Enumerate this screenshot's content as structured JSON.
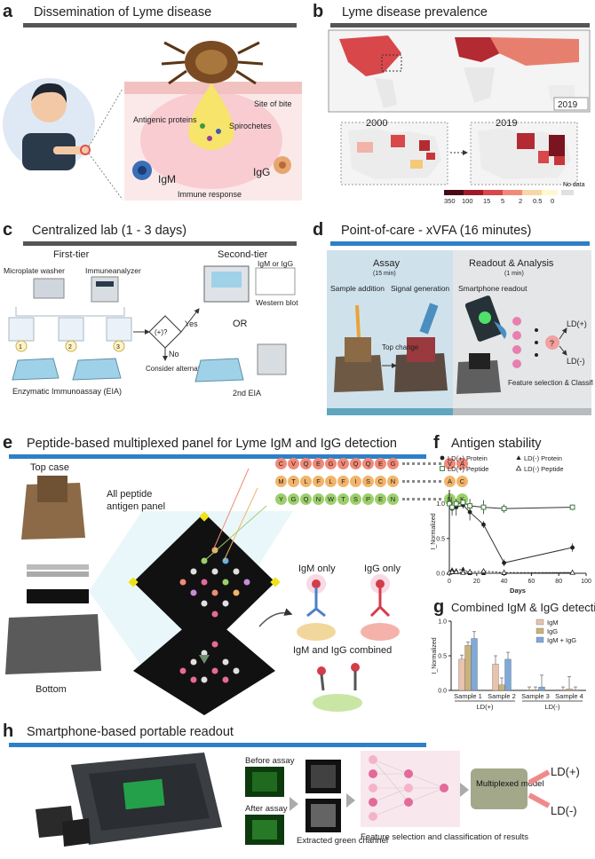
{
  "panels": {
    "a": {
      "letter": "a",
      "title": "Dissemination of Lyme disease",
      "labels": {
        "site": "Site of bite",
        "antigenic": "Antigenic proteins",
        "spiro": "Spirochetes",
        "igg": "IgG",
        "igm": "IgM",
        "immune": "Immune response"
      }
    },
    "b": {
      "letter": "b",
      "title": "Lyme disease prevalence",
      "labels": {
        "y2019_world": "2019",
        "y2000": "2000",
        "y2019": "2019",
        "nodata": "No data"
      },
      "scale": [
        "350",
        "100",
        "15",
        "5",
        "2",
        "0.5",
        "0"
      ]
    },
    "c": {
      "letter": "c",
      "title": "Centralized lab (1 - 3 days)",
      "labels": {
        "first": "First-tier",
        "second": "Second-tier",
        "washer": "Microplate washer",
        "immuno": "Immuneanalyzer",
        "eia": "Enzymatic Immunoassay (EIA)",
        "yes": "Yes",
        "no": "No",
        "decision": "(+)?",
        "consider": "Consider alternative diagnosis",
        "igmigg": "IgM or IgG",
        "western": "Western blot",
        "or": "OR",
        "eia2": "2nd EIA",
        "n1": "1",
        "n2": "2",
        "n3": "3"
      }
    },
    "d": {
      "letter": "d",
      "title": "Point-of-care - xVFA (16 minutes)",
      "labels": {
        "assay": "Assay",
        "assay_time": "(15 min)",
        "readout": "Readout & Analysis",
        "readout_time": "(1 min)",
        "sample": "Sample addition",
        "signal": "Signal generation",
        "top": "Top change",
        "smart": "Smartphone readout",
        "ldp": "LD(+)",
        "ldn": "LD(-)",
        "feature": "Feature selection & Classification",
        "q": "?"
      }
    },
    "e": {
      "letter": "e",
      "title": "Peptide-based multiplexed panel for Lyme IgM and IgG detection",
      "labels": {
        "topcase": "Top case",
        "bottom": "Bottom",
        "panel": "All peptide antigen panel",
        "igm_only": "IgM only",
        "igg_only": "IgG only",
        "combined": "IgM and IgG combined"
      },
      "peptides": [
        {
          "left": [
            "C",
            "V",
            "Q",
            "E",
            "G",
            "V",
            "Q",
            "Q",
            "E",
            "G"
          ],
          "right": [
            "V",
            "A"
          ],
          "color": "#f08a78"
        },
        {
          "left": [
            "M",
            "T",
            "L",
            "F",
            "L",
            "F",
            "I",
            "S",
            "C",
            "N"
          ],
          "right": [
            "A",
            "C"
          ],
          "color": "#f2b46a"
        },
        {
          "left": [
            "Y",
            "G",
            "Q",
            "N",
            "W",
            "T",
            "S",
            "P",
            "E",
            "N"
          ],
          "right": [
            "N",
            "K"
          ],
          "color": "#9ccf6b"
        }
      ]
    },
    "f": {
      "letter": "f",
      "title": "Antigen stability"
    },
    "g": {
      "letter": "g",
      "title": "Combined IgM & IgG detection"
    },
    "h": {
      "letter": "h",
      "title": "Smartphone-based portable readout",
      "labels": {
        "before": "Before assay",
        "after": "After assay",
        "extracted": "Extracted green channel",
        "model": "Multiplexed model",
        "ldp": "LD(+)",
        "ldn": "LD(-)",
        "feature": "Feature selection and classification of results"
      }
    }
  },
  "chart_data": [
    {
      "type": "line",
      "title": "Antigen stability",
      "xlabel": "Days",
      "ylabel": "I_Normalized",
      "xlim": [
        0,
        100
      ],
      "ylim": [
        0,
        1.2
      ],
      "xticks": [
        0,
        20,
        40,
        60,
        80,
        100
      ],
      "yticks": [
        0.0,
        0.5,
        1.0
      ],
      "legend": "top",
      "series": [
        {
          "name": "LD(+) Protein",
          "marker": "filled-circle",
          "style": "solid",
          "x": [
            0,
            2,
            5,
            10,
            15,
            25,
            40,
            90
          ],
          "y": [
            1.0,
            0.93,
            0.95,
            0.98,
            0.88,
            0.7,
            0.15,
            0.37
          ],
          "err": [
            0.05,
            0.1,
            0.12,
            0.05,
            0.12,
            0.05,
            0.05,
            0.06
          ]
        },
        {
          "name": "LD(+) Peptide",
          "marker": "open-square",
          "style": "solid",
          "x": [
            0,
            2,
            5,
            10,
            15,
            25,
            40,
            90
          ],
          "y": [
            1.0,
            0.95,
            1.0,
            1.02,
            0.97,
            0.95,
            0.93,
            0.95
          ],
          "err": [
            0.03,
            0.05,
            0.06,
            0.04,
            0.1,
            0.1,
            0.06,
            0.04
          ]
        },
        {
          "name": "LD(-) Protein",
          "marker": "filled-triangle",
          "style": "dashed",
          "x": [
            0,
            2,
            5,
            10,
            15,
            25,
            40,
            90
          ],
          "y": [
            0.02,
            0.05,
            0.04,
            0.06,
            0.0,
            0.0,
            0.0,
            0.01
          ],
          "err": [
            0.02,
            0.03,
            0.03,
            0.03,
            0.02,
            0.02,
            0.02,
            0.02
          ]
        },
        {
          "name": "LD(-) Peptide",
          "marker": "open-triangle",
          "style": "dashed",
          "x": [
            0,
            2,
            5,
            10,
            15,
            25,
            40,
            90
          ],
          "y": [
            0.01,
            0.02,
            0.02,
            0.01,
            0.02,
            0.03,
            0.01,
            0.01
          ],
          "err": [
            0.02,
            0.02,
            0.02,
            0.02,
            0.02,
            0.02,
            0.02,
            0.02
          ]
        }
      ]
    },
    {
      "type": "bar",
      "title": "Combined IgM & IgG detection",
      "ylabel": "I_Normalized",
      "ylim": [
        0,
        1.0
      ],
      "yticks": [
        0.0,
        0.5,
        1.0
      ],
      "categories": [
        "Sample 1",
        "Sample 2",
        "Sample 3",
        "Sample 4"
      ],
      "groups": [
        {
          "label": "LD(+)",
          "from": 0,
          "to": 1
        },
        {
          "label": "LD(-)",
          "from": 2,
          "to": 3
        }
      ],
      "legend": "top-right",
      "series": [
        {
          "name": "IgM",
          "color": "#e8c3ad",
          "values": [
            0.45,
            0.38,
            0.01,
            0.01
          ],
          "err": [
            0.06,
            0.12,
            0.04,
            0.04
          ]
        },
        {
          "name": "IgG",
          "color": "#c9b27a",
          "values": [
            0.65,
            0.08,
            0.01,
            0.02
          ],
          "err": [
            0.05,
            0.1,
            0.04,
            0.18
          ]
        },
        {
          "name": "IgM + IgG",
          "color": "#7ea9d8",
          "values": [
            0.75,
            0.45,
            0.05,
            0.0
          ],
          "err": [
            0.1,
            0.1,
            0.17,
            0.05
          ]
        }
      ]
    }
  ]
}
